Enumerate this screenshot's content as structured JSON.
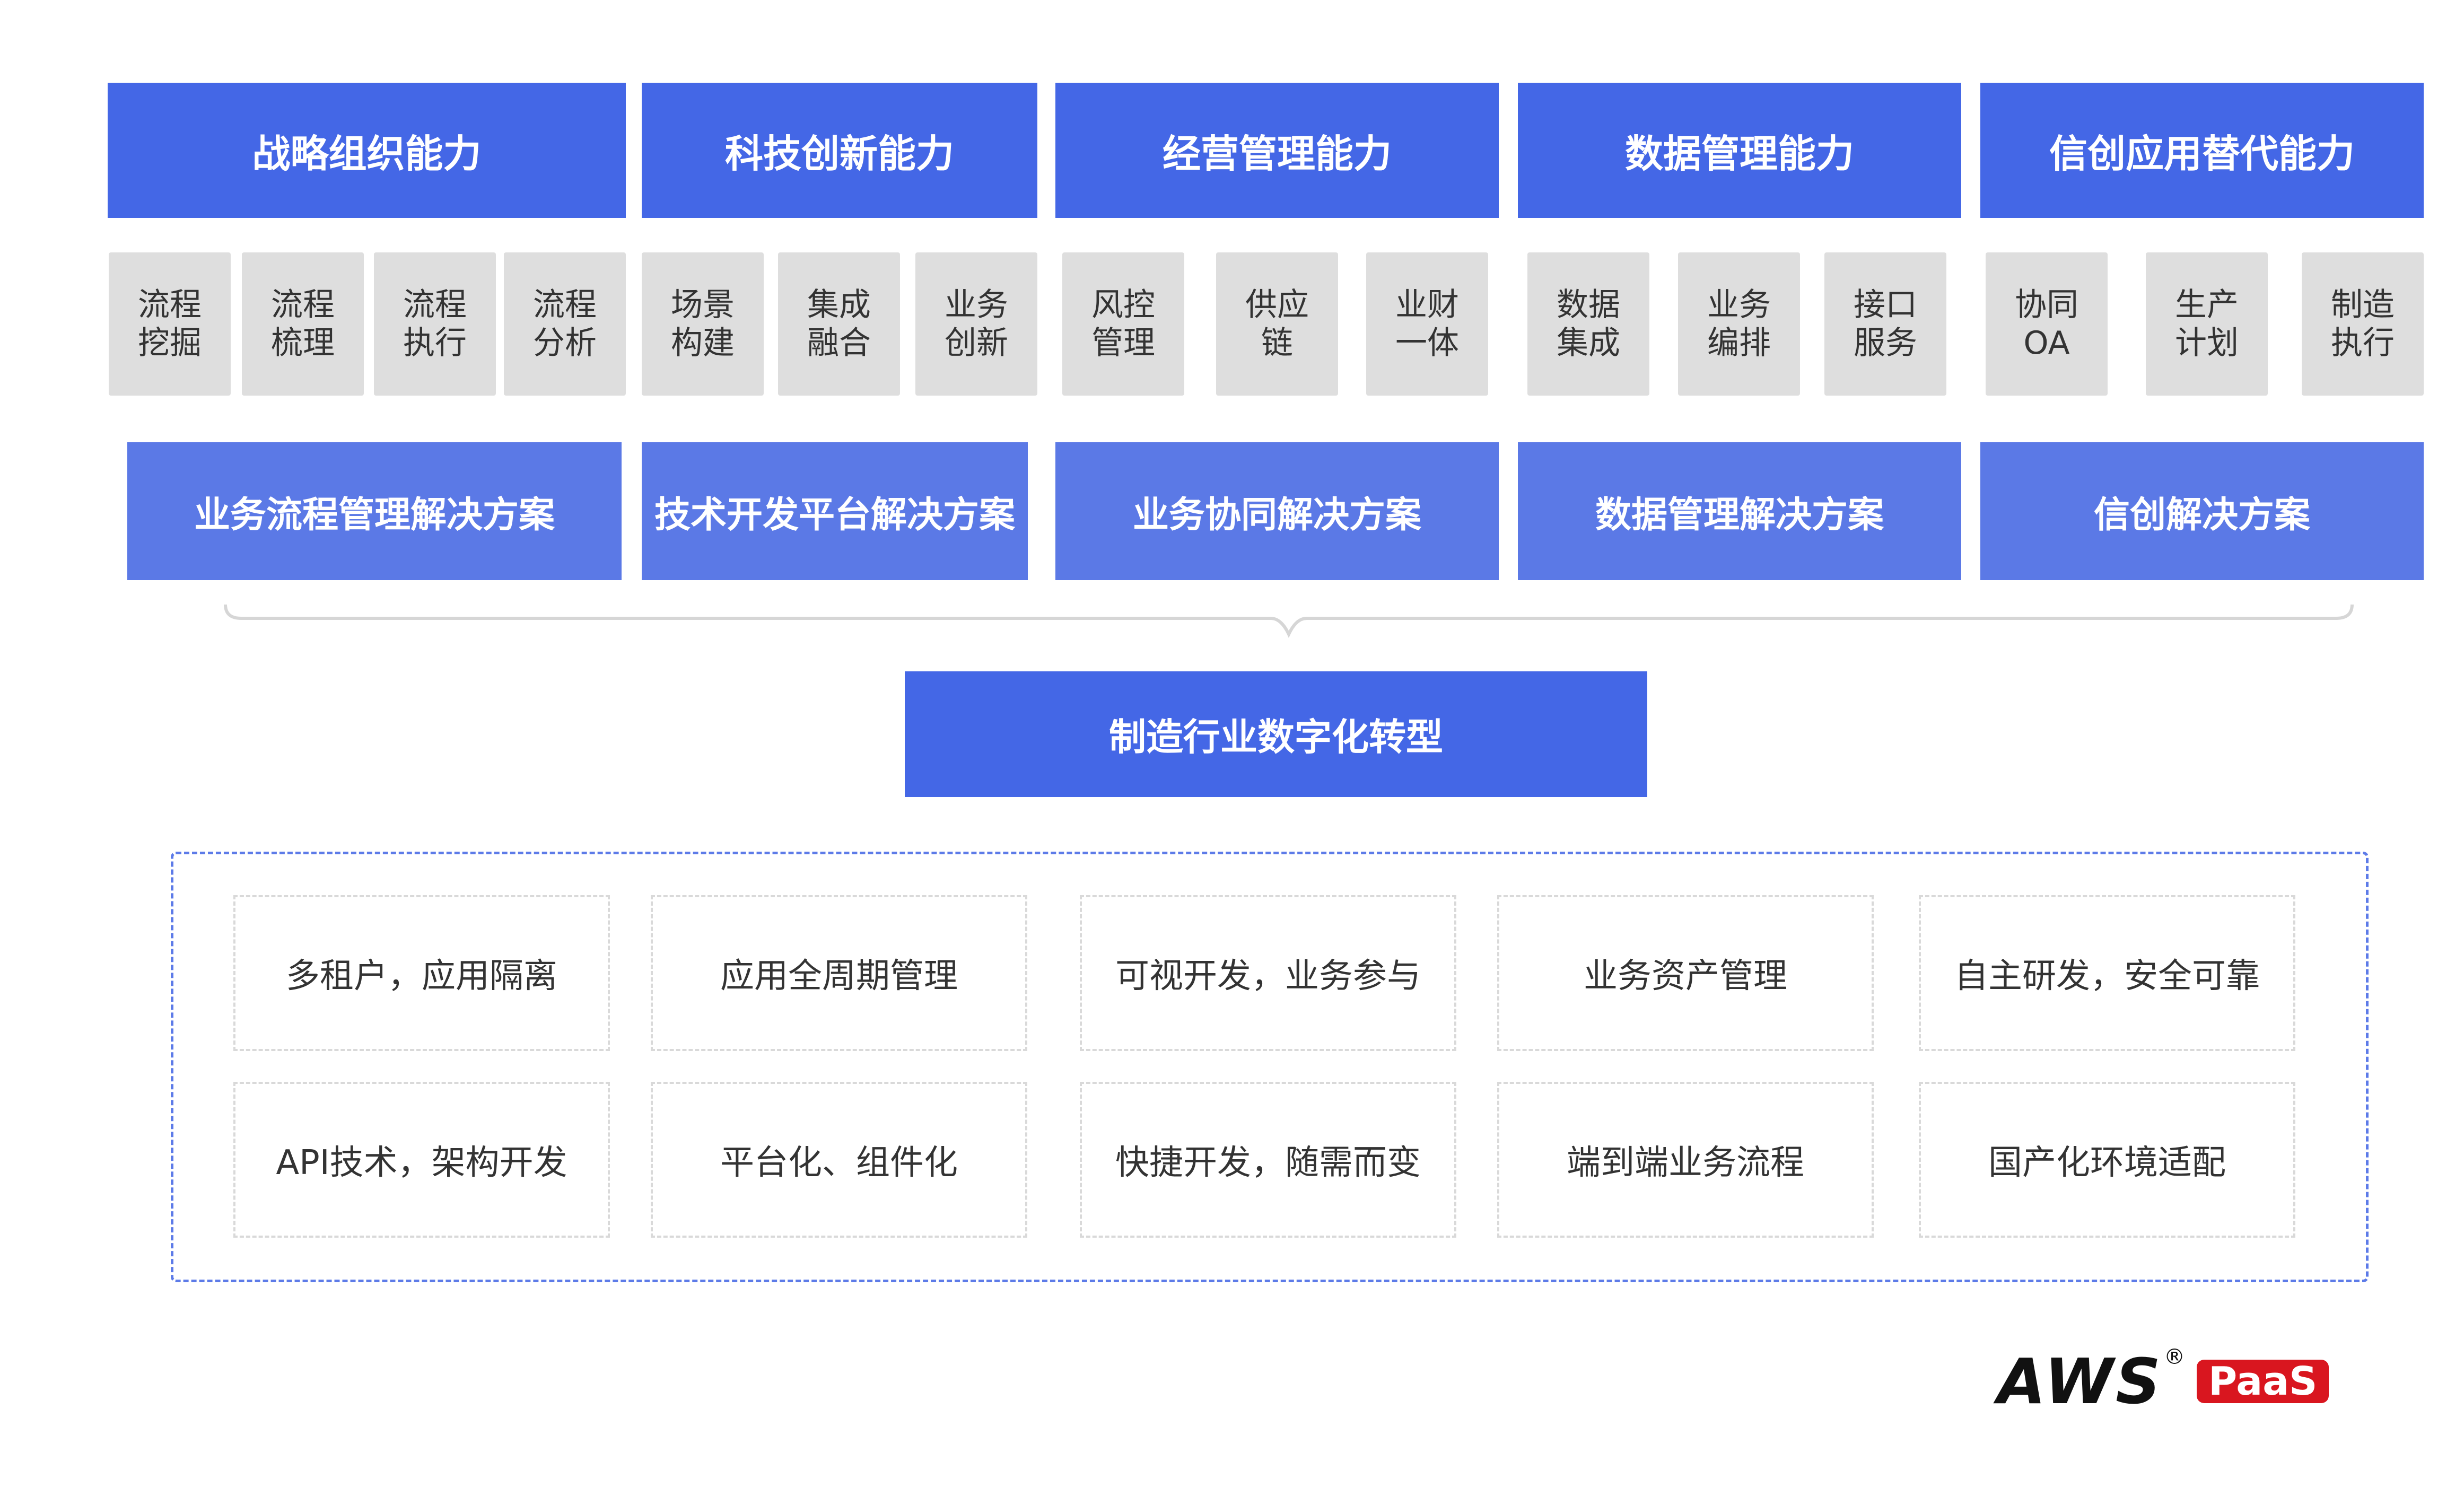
{
  "capabilities": {
    "headers": [
      "战略组织能力",
      "科技创新能力",
      "经营管理能力",
      "数据管理能力",
      "信创应用替代能力"
    ],
    "groups": [
      [
        "流程\n挖掘",
        "流程\n梳理",
        "流程\n执行",
        "流程\n分析"
      ],
      [
        "场景\n构建",
        "集成\n融合",
        "业务\n创新"
      ],
      [
        "风控\n管理",
        "供应\n链",
        "业财\n一体"
      ],
      [
        "数据\n集成",
        "业务\n编排",
        "接口\n服务"
      ],
      [
        "协同\nOA",
        "生产\n计划",
        "制造\n执行"
      ]
    ]
  },
  "solutions": [
    "业务流程管理解决方案",
    "技术开发平台解决方案",
    "业务协同解决方案",
    "数据管理解决方案",
    "信创解决方案"
  ],
  "main_banner": "制造行业数字化转型",
  "features": [
    [
      "多租户，应用隔离",
      "应用全周期管理",
      "可视开发，业务参与",
      "业务资产管理",
      "自主研发，安全可靠"
    ],
    [
      "API技术，架构开发",
      "平台化、组件化",
      "快捷开发，随需而变",
      "端到端业务流程",
      "国产化环境适配"
    ]
  ],
  "logo": {
    "brand": "AWS",
    "registered": "®",
    "product": "PaaS"
  },
  "colors": {
    "primary": "#4467e6",
    "solution": "#5b79e6",
    "sub_box": "#dedede",
    "frame": "#5d7be8",
    "logo_red": "#d9161f"
  }
}
